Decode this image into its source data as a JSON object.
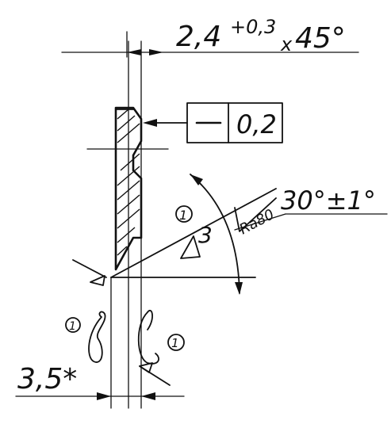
{
  "chamfer": {
    "base": "2,4",
    "tolerance": "+0,3",
    "multiplier": "x",
    "angle": "45°"
  },
  "flatness_frame": {
    "symbol": "—",
    "value": "0,2"
  },
  "angle_dim": "30°±1°",
  "roughness": "Ra80",
  "weld_ref": "①",
  "weld_leg": "3",
  "width_dim": "3,5*",
  "weld_ref_left": "①",
  "weld_ref_right": "①"
}
